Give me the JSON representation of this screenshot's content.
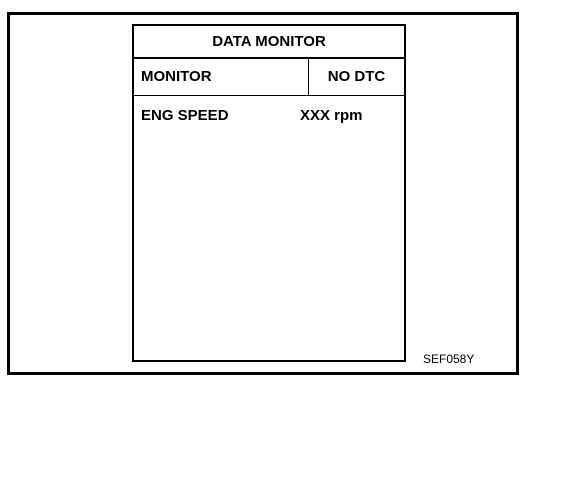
{
  "screen": {
    "title": "DATA MONITOR",
    "monitor_label": "MONITOR",
    "dtc_status": "NO DTC",
    "items": [
      {
        "name": "ENG SPEED",
        "value": "XXX rpm"
      }
    ]
  },
  "figure_code": "SEF058Y"
}
